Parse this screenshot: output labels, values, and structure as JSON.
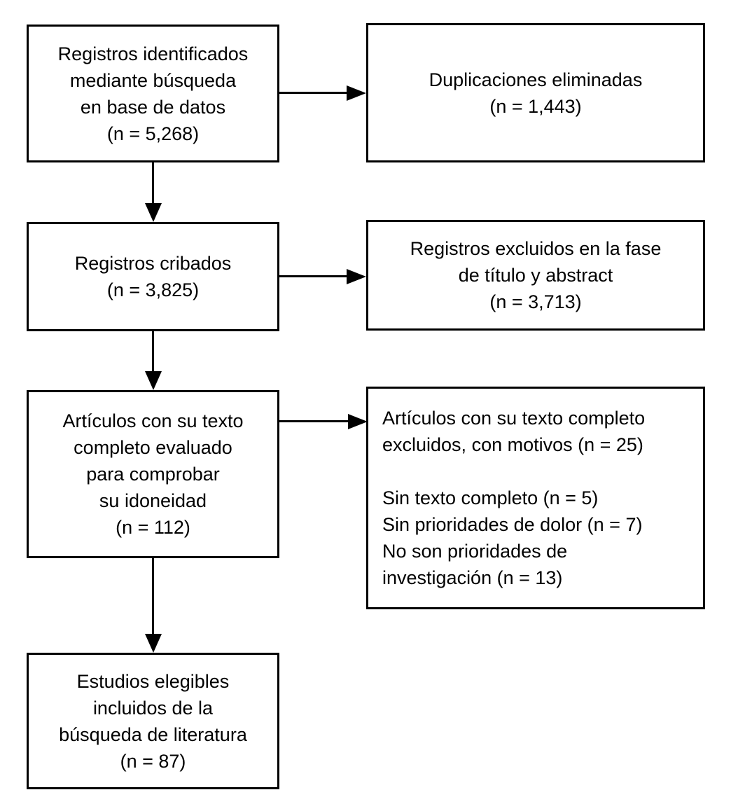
{
  "diagram": {
    "type": "prisma-flowchart",
    "language": "es",
    "colors": {
      "border": "#000000",
      "background": "#ffffff",
      "text": "#000000"
    },
    "boxes": [
      {
        "id": "identified",
        "n": "5,268",
        "lines": [
          "Registros identificados",
          "mediante búsqueda",
          "en base de datos",
          "(n = 5,268)"
        ]
      },
      {
        "id": "duplicates-removed",
        "n": "1,443",
        "lines": [
          "Duplicaciones eliminadas",
          "(n = 1,443)"
        ]
      },
      {
        "id": "screened",
        "n": "3,825",
        "lines": [
          "Registros cribados",
          "(n = 3,825)"
        ]
      },
      {
        "id": "excluded-title-abstract",
        "n": "3,713",
        "lines": [
          "Registros excluidos en la fase",
          "de título y abstract",
          "(n = 3,713)"
        ]
      },
      {
        "id": "fulltext-assessed",
        "n": "112",
        "lines": [
          "Artículos con su texto",
          "completo evaluado",
          "para comprobar",
          "su idoneidad",
          "(n = 112)"
        ]
      },
      {
        "id": "fulltext-excluded",
        "n": "25",
        "lines": [
          "Artículos con su texto completo",
          "excluidos, con motivos (n = 25)",
          "",
          "Sin texto completo (n = 5)",
          "Sin prioridades de dolor (n = 7)",
          "No son prioridades de",
          "investigación (n = 13)"
        ]
      },
      {
        "id": "included",
        "n": "87",
        "lines": [
          "Estudios elegibles",
          "incluidos de la",
          "búsqueda de literatura",
          "(n = 87)"
        ]
      }
    ]
  }
}
